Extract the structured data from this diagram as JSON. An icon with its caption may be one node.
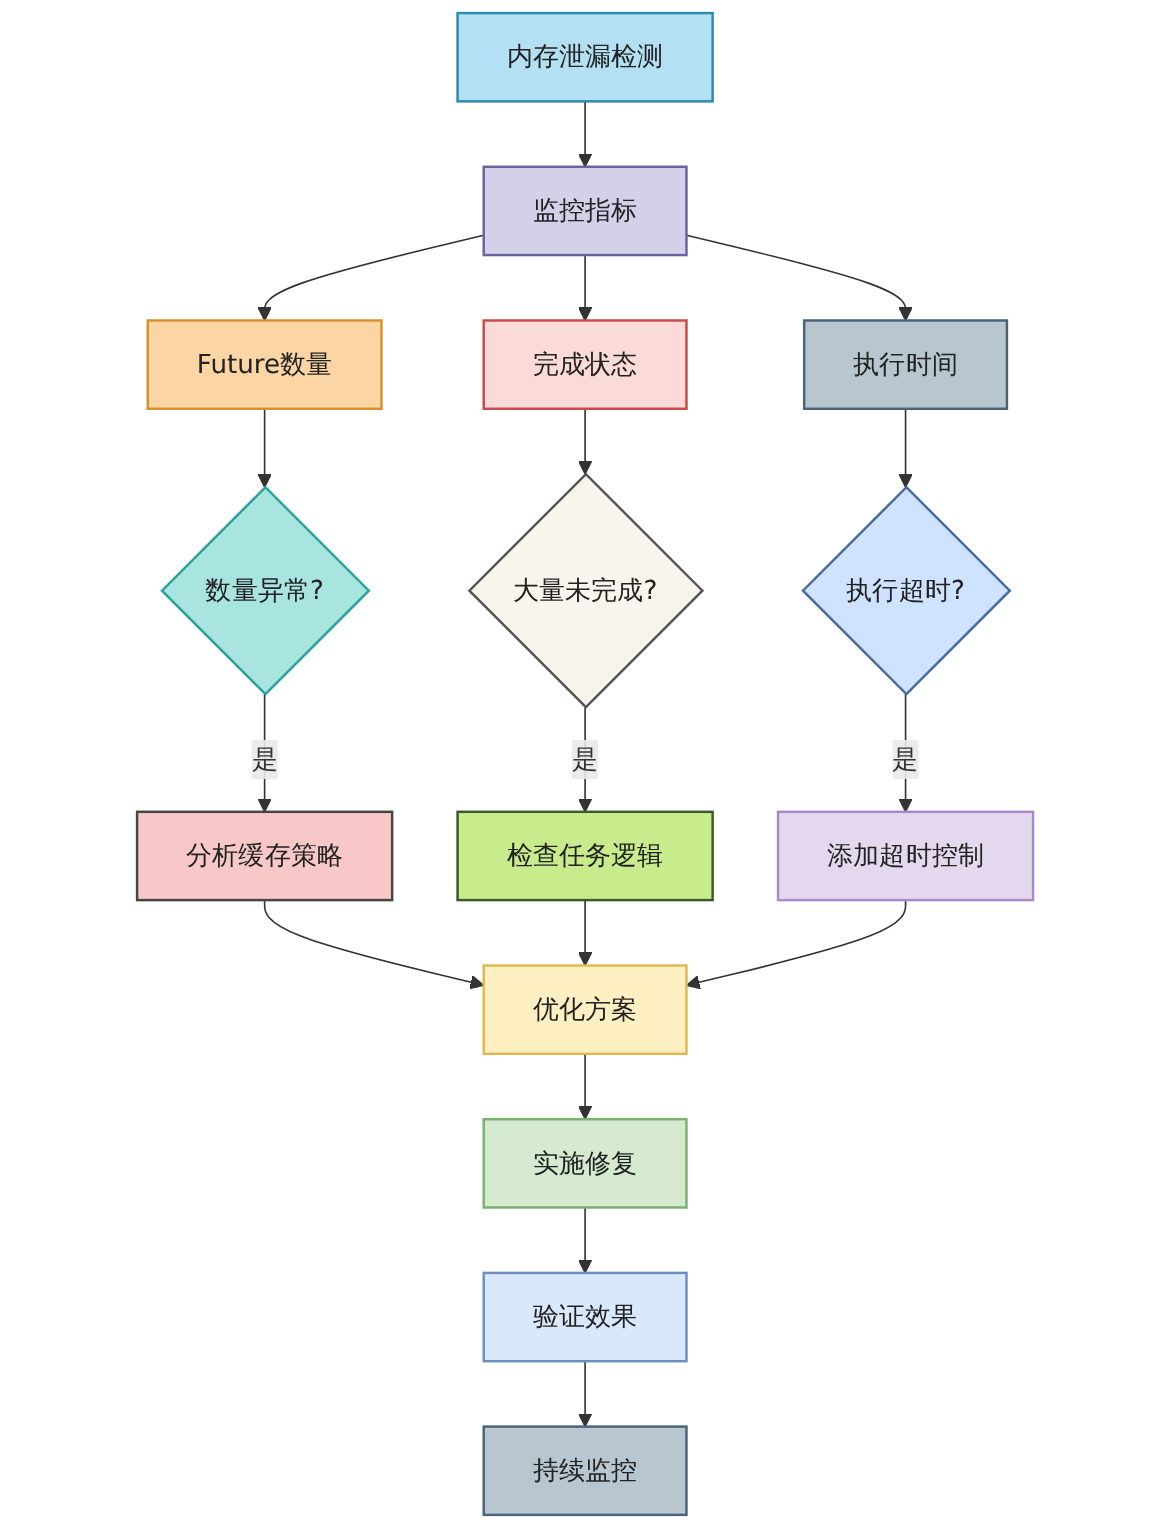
{
  "diagram": {
    "nodes": [
      {
        "text": [
          "内存泄漏检测"
        ]
      },
      {
        "text": [
          "监控指标"
        ]
      },
      {
        "text": [
          "Future数量"
        ]
      },
      {
        "text": [
          "完成状态"
        ]
      },
      {
        "text": [
          "执行时间"
        ]
      },
      {
        "text": [
          "数量异常?"
        ]
      },
      {
        "text": [
          "大量未完成?"
        ]
      },
      {
        "text": [
          "执行超时?"
        ]
      },
      {
        "text": [
          "分析缓存策略"
        ]
      },
      {
        "text": [
          "检查任务逻辑"
        ]
      },
      {
        "text": [
          "添加超时控制"
        ]
      },
      {
        "text": [
          "优化方案"
        ]
      },
      {
        "text": [
          "实施修复"
        ]
      },
      {
        "text": [
          "验证效果"
        ]
      },
      {
        "text": [
          "持续监控"
        ]
      }
    ],
    "edges": [
      {
        "from": 0,
        "to": 1,
        "arrow": "to"
      },
      {
        "from": 1,
        "to": 2,
        "arrow": "to"
      },
      {
        "from": 1,
        "to": 3,
        "arrow": "to"
      },
      {
        "from": 1,
        "to": 4,
        "arrow": "to"
      },
      {
        "from": 2,
        "to": 5,
        "arrow": "to"
      },
      {
        "from": 3,
        "to": 6,
        "arrow": "to"
      },
      {
        "from": 4,
        "to": 7,
        "arrow": "to"
      },
      {
        "from": 5,
        "to": 8,
        "label": "是",
        "arrow": "to"
      },
      {
        "from": 6,
        "to": 9,
        "label": "是",
        "arrow": "to"
      },
      {
        "from": 7,
        "to": 10,
        "label": "是",
        "arrow": "to"
      },
      {
        "from": 8,
        "to": 11,
        "arrow": "to"
      },
      {
        "from": 9,
        "to": 11,
        "arrow": "to"
      },
      {
        "from": 10,
        "to": 11,
        "arrow": "to"
      },
      {
        "from": 11,
        "to": 12,
        "arrow": "to"
      },
      {
        "from": 12,
        "to": 13,
        "arrow": "to"
      },
      {
        "from": 13,
        "to": 14,
        "arrow": "to"
      }
    ]
  }
}
